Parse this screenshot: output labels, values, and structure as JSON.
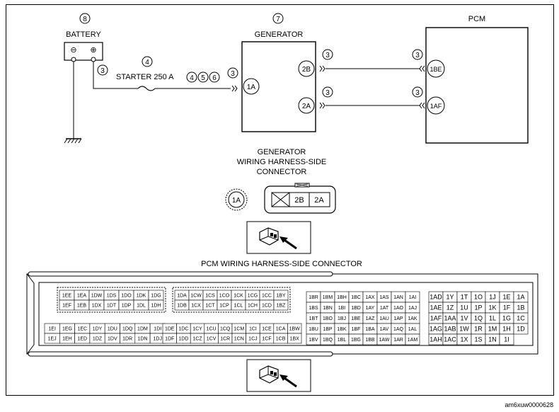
{
  "diagram": {
    "battery": {
      "callout": "8",
      "label": "BATTERY",
      "minus": "⊖",
      "plus": "⊕",
      "wire_callout": "3"
    },
    "fuse": {
      "callout": "4",
      "label": "STARTER 250 A",
      "refs": [
        "4",
        "5",
        "6"
      ]
    },
    "generator": {
      "callout": "7",
      "label": "GENERATOR",
      "terminal_1a": "1A",
      "terminal_2b": "2B",
      "terminal_2a": "2A",
      "wire_callout_1a": "3",
      "wire_callout_2b": "3",
      "wire_callout_2a": "3"
    },
    "pcm": {
      "label": "PCM",
      "terminal_1be": "1BE",
      "terminal_1af": "1AF",
      "wire_callout_1be": "3",
      "wire_callout_1af": "3"
    }
  },
  "gen_connector": {
    "title": [
      "GENERATOR",
      "WIRING HARNESS-SIDE",
      "CONNECTOR"
    ],
    "single_pin": "1A",
    "pins": [
      "2B",
      "2A"
    ]
  },
  "pcm_connector": {
    "title": "PCM WIRING HARNESS-SIDE CONNECTOR",
    "group_a": [
      [
        "1EE",
        "1EA",
        "1DW",
        "1DS",
        "1DO",
        "1DK",
        "1DG"
      ],
      [
        "1EF",
        "1EB",
        "1DX",
        "1DT",
        "1DP",
        "1DL",
        "1DH"
      ]
    ],
    "group_b": [
      [
        "1DA",
        "1CW",
        "1CS",
        "1CO",
        "1CK",
        "1CG",
        "1CC",
        "1BY"
      ],
      [
        "1DB",
        "1CX",
        "1CT",
        "1CP",
        "1CL",
        "1CH",
        "1CD",
        "1BZ"
      ]
    ],
    "group_c": [
      [
        "1EI",
        "1EG",
        "1EC",
        "1DY",
        "1DU",
        "1DQ",
        "1DM",
        "1DI"
      ],
      [
        "1EJ",
        "1EH",
        "1ED",
        "1DZ",
        "1DV",
        "1DR",
        "1DN",
        "1DJ"
      ]
    ],
    "group_d": [
      [
        "1DE",
        "1DC",
        "1CY",
        "1CU",
        "1CQ",
        "1CM",
        "1CI",
        "1CE",
        "1CA",
        "1BW"
      ],
      [
        "1DF",
        "1DD",
        "1CZ",
        "1CV",
        "1CR",
        "1CN",
        "1CJ",
        "1CF",
        "1CB",
        "1BX"
      ]
    ],
    "group_e": [
      [
        "1BR",
        "1BM",
        "1BH",
        "1BC",
        "1AX",
        "1AS",
        "1AN",
        "1AI"
      ],
      [
        "1BS",
        "1BN",
        "1BI",
        "1BD",
        "1AY",
        "1AT",
        "1AO",
        "1AJ"
      ],
      [
        "1BT",
        "1BO",
        "1BJ",
        "1BE",
        "1AZ",
        "1AU",
        "1AP",
        "1AK"
      ],
      [
        "1BU",
        "1BP",
        "1BK",
        "1BF",
        "1BA",
        "1AV",
        "1AQ",
        "1AL"
      ],
      [
        "1BV",
        "1BQ",
        "1BL",
        "1BG",
        "1BB",
        "1AW",
        "1AR",
        "1AM"
      ]
    ],
    "group_f": [
      [
        "1AD",
        "1Y",
        "1T",
        "1O",
        "1J",
        "1E",
        "1A"
      ],
      [
        "1AE",
        "1Z",
        "1U",
        "1P",
        "1K",
        "1F",
        "1B"
      ],
      [
        "1AF",
        "1AA",
        "1V",
        "1Q",
        "1L",
        "1G",
        "1C"
      ],
      [
        "1AG",
        "1AB",
        "1W",
        "1R",
        "1M",
        "1H",
        "1D"
      ],
      [
        "1AH",
        "1AC",
        "1X",
        "1S",
        "1N",
        "1I",
        ""
      ]
    ]
  },
  "figure_code": "am6xuw0000628"
}
